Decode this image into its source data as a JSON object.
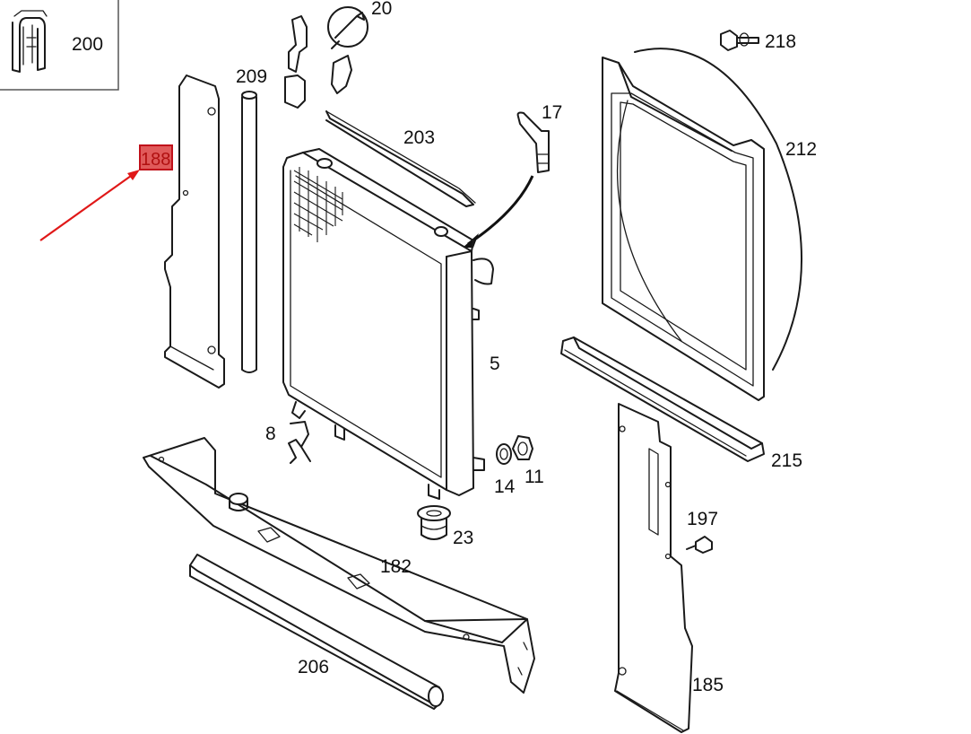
{
  "diagram": {
    "inset_part": {
      "label": "200"
    },
    "parts": {
      "p188": "188",
      "p209": "209",
      "p20": "20",
      "p203": "203",
      "p17": "17",
      "p218": "218",
      "p212": "212",
      "p5": "5",
      "p8": "8",
      "p14": "14",
      "p11": "11",
      "p23": "23",
      "p215": "215",
      "p197": "197",
      "p182": "182",
      "p206": "206",
      "p185": "185"
    },
    "highlighted_part": "188",
    "colors": {
      "highlight_fill": "#e05a5a",
      "highlight_border": "#c0101a",
      "pointer_arrow": "#e01818",
      "line_art": "#1a1a1a"
    }
  }
}
